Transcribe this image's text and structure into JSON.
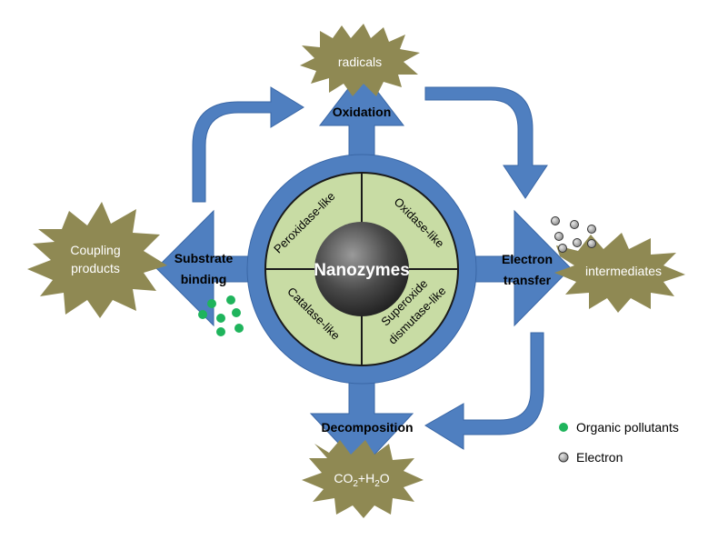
{
  "center": {
    "title": "Nanozymes",
    "quadrants": {
      "top_left": "Peroxidase-like",
      "top_right": "Oxidase-like",
      "bottom_left": "Catalase-like",
      "bottom_right_line1": "Superoxide",
      "bottom_right_line2": "dismutase-like"
    }
  },
  "arrows": {
    "up": "Oxidation",
    "left_line1": "Substrate",
    "left_line2": "binding",
    "right_line1": "Electron",
    "right_line2": "transfer",
    "down": "Decomposition"
  },
  "bursts": {
    "top": "radicals",
    "left_line1": "Coupling",
    "left_line2": "products",
    "right": "intermediates",
    "bottom_co": "CO",
    "bottom_sub1": "2",
    "bottom_plus_h": "+H",
    "bottom_sub2": "2",
    "bottom_o": "O"
  },
  "legend": {
    "organic": "Organic pollutants",
    "electron": "Electron"
  },
  "colors": {
    "arrow_blue": "#4f7fc0",
    "arrow_outline": "#3a67a6",
    "ring_blue": "#4f7fc0",
    "quadrant_green": "#c8dca4",
    "burst_olive": "#8f8953",
    "pollutant_green": "#1fb45c",
    "electron_gray": "#a6a6a6",
    "core_dark": "#3a3a3a"
  }
}
